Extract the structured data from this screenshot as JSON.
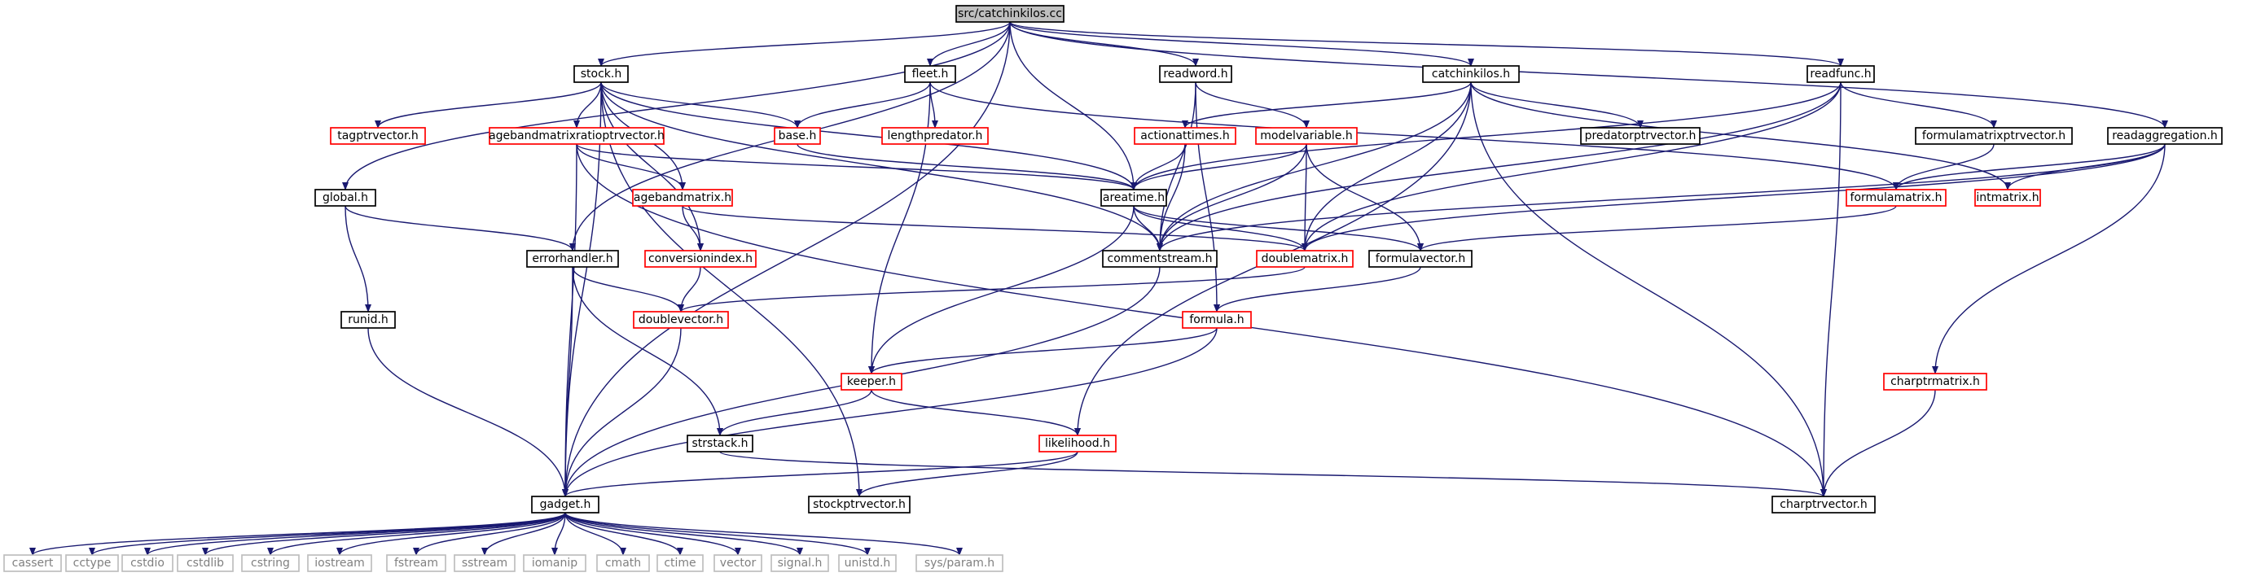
{
  "graph": {
    "colors": {
      "root_fill": "#bfbfbf",
      "root_border": "#000000",
      "documented_border": "#000000",
      "truncated_border": "#ff0000",
      "system_border": "#bfbfbf",
      "system_text": "#808080",
      "edge": "#191970"
    },
    "nodes": [
      {
        "id": "catchinkilos_cc",
        "label": "src/catchinkilos.cc",
        "style": "root"
      },
      {
        "id": "stock_h",
        "label": "stock.h",
        "style": "normal"
      },
      {
        "id": "fleet_h",
        "label": "fleet.h",
        "style": "normal"
      },
      {
        "id": "readword_h",
        "label": "readword.h",
        "style": "normal"
      },
      {
        "id": "catchinkilos_h",
        "label": "catchinkilos.h",
        "style": "normal"
      },
      {
        "id": "readfunc_h",
        "label": "readfunc.h",
        "style": "normal"
      },
      {
        "id": "tagptrvector_h",
        "label": "tagptrvector.h",
        "style": "truncated"
      },
      {
        "id": "agebandmatrixratioptrvector_h",
        "label": "agebandmatrixratioptrvector.h",
        "style": "truncated"
      },
      {
        "id": "base_h",
        "label": "base.h",
        "style": "truncated"
      },
      {
        "id": "lengthpredator_h",
        "label": "lengthpredator.h",
        "style": "truncated"
      },
      {
        "id": "actionattimes_h",
        "label": "actionattimes.h",
        "style": "truncated"
      },
      {
        "id": "modelvariable_h",
        "label": "modelvariable.h",
        "style": "truncated"
      },
      {
        "id": "predatorptrvector_h",
        "label": "predatorptrvector.h",
        "style": "normal"
      },
      {
        "id": "formulamatrixptrvector_h",
        "label": "formulamatrixptrvector.h",
        "style": "normal"
      },
      {
        "id": "readaggregation_h",
        "label": "readaggregation.h",
        "style": "normal"
      },
      {
        "id": "global_h",
        "label": "global.h",
        "style": "normal"
      },
      {
        "id": "agebandmatrix_h",
        "label": "agebandmatrix.h",
        "style": "truncated"
      },
      {
        "id": "areatime_h",
        "label": "areatime.h",
        "style": "normal"
      },
      {
        "id": "formulamatrix_h",
        "label": "formulamatrix.h",
        "style": "truncated"
      },
      {
        "id": "intmatrix_h",
        "label": "intmatrix.h",
        "style": "truncated"
      },
      {
        "id": "errorhandler_h",
        "label": "errorhandler.h",
        "style": "normal"
      },
      {
        "id": "conversionindex_h",
        "label": "conversionindex.h",
        "style": "truncated"
      },
      {
        "id": "commentstream_h",
        "label": "commentstream.h",
        "style": "normal"
      },
      {
        "id": "doublematrix_h",
        "label": "doublematrix.h",
        "style": "truncated"
      },
      {
        "id": "formulavector_h",
        "label": "formulavector.h",
        "style": "normal"
      },
      {
        "id": "runid_h",
        "label": "runid.h",
        "style": "normal"
      },
      {
        "id": "doublevector_h",
        "label": "doublevector.h",
        "style": "truncated"
      },
      {
        "id": "formula_h",
        "label": "formula.h",
        "style": "truncated"
      },
      {
        "id": "charptrmatrix_h",
        "label": "charptrmatrix.h",
        "style": "truncated"
      },
      {
        "id": "keeper_h",
        "label": "keeper.h",
        "style": "truncated"
      },
      {
        "id": "strstack_h",
        "label": "strstack.h",
        "style": "normal"
      },
      {
        "id": "likelihood_h",
        "label": "likelihood.h",
        "style": "truncated"
      },
      {
        "id": "gadget_h",
        "label": "gadget.h",
        "style": "normal"
      },
      {
        "id": "stockptrvector_h",
        "label": "stockptrvector.h",
        "style": "normal"
      },
      {
        "id": "charptrvector_h",
        "label": "charptrvector.h",
        "style": "normal"
      },
      {
        "id": "cassert",
        "label": "cassert",
        "style": "system"
      },
      {
        "id": "cctype",
        "label": "cctype",
        "style": "system"
      },
      {
        "id": "cstdio",
        "label": "cstdio",
        "style": "system"
      },
      {
        "id": "cstdlib",
        "label": "cstdlib",
        "style": "system"
      },
      {
        "id": "cstring",
        "label": "cstring",
        "style": "system"
      },
      {
        "id": "iostream",
        "label": "iostream",
        "style": "system"
      },
      {
        "id": "fstream",
        "label": "fstream",
        "style": "system"
      },
      {
        "id": "sstream",
        "label": "sstream",
        "style": "system"
      },
      {
        "id": "iomanip",
        "label": "iomanip",
        "style": "system"
      },
      {
        "id": "cmath",
        "label": "cmath",
        "style": "system"
      },
      {
        "id": "ctime",
        "label": "ctime",
        "style": "system"
      },
      {
        "id": "vector",
        "label": "vector",
        "style": "system"
      },
      {
        "id": "signal_h",
        "label": "signal.h",
        "style": "system"
      },
      {
        "id": "unistd_h",
        "label": "unistd.h",
        "style": "system"
      },
      {
        "id": "sys_param_h",
        "label": "sys/param.h",
        "style": "system"
      }
    ],
    "edges": [
      [
        "catchinkilos_cc",
        "stock_h"
      ],
      [
        "catchinkilos_cc",
        "fleet_h"
      ],
      [
        "catchinkilos_cc",
        "readword_h"
      ],
      [
        "catchinkilos_cc",
        "catchinkilos_h"
      ],
      [
        "catchinkilos_cc",
        "readfunc_h"
      ],
      [
        "catchinkilos_cc",
        "readaggregation_h"
      ],
      [
        "catchinkilos_cc",
        "areatime_h"
      ],
      [
        "catchinkilos_cc",
        "errorhandler_h"
      ],
      [
        "catchinkilos_cc",
        "gadget_h"
      ],
      [
        "catchinkilos_cc",
        "global_h"
      ],
      [
        "stock_h",
        "tagptrvector_h"
      ],
      [
        "stock_h",
        "agebandmatrixratioptrvector_h"
      ],
      [
        "stock_h",
        "base_h"
      ],
      [
        "stock_h",
        "agebandmatrix_h"
      ],
      [
        "stock_h",
        "areatime_h"
      ],
      [
        "stock_h",
        "conversionindex_h"
      ],
      [
        "stock_h",
        "commentstream_h"
      ],
      [
        "stock_h",
        "stockptrvector_h"
      ],
      [
        "stock_h",
        "gadget_h"
      ],
      [
        "fleet_h",
        "base_h"
      ],
      [
        "fleet_h",
        "lengthpredator_h"
      ],
      [
        "fleet_h",
        "formulamatrix_h"
      ],
      [
        "fleet_h",
        "keeper_h"
      ],
      [
        "readword_h",
        "modelvariable_h"
      ],
      [
        "readword_h",
        "commentstream_h"
      ],
      [
        "readword_h",
        "formula_h"
      ],
      [
        "catchinkilos_h",
        "actionattimes_h"
      ],
      [
        "catchinkilos_h",
        "predatorptrvector_h"
      ],
      [
        "catchinkilos_h",
        "intmatrix_h"
      ],
      [
        "catchinkilos_h",
        "doublematrix_h"
      ],
      [
        "catchinkilos_h",
        "commentstream_h"
      ],
      [
        "catchinkilos_h",
        "charptrvector_h"
      ],
      [
        "catchinkilos_h",
        "likelihood_h"
      ],
      [
        "readfunc_h",
        "formulamatrixptrvector_h"
      ],
      [
        "readfunc_h",
        "areatime_h"
      ],
      [
        "readfunc_h",
        "commentstream_h"
      ],
      [
        "readfunc_h",
        "doublematrix_h"
      ],
      [
        "readfunc_h",
        "charptrvector_h"
      ],
      [
        "readaggregation_h",
        "formulamatrix_h"
      ],
      [
        "readaggregation_h",
        "intmatrix_h"
      ],
      [
        "readaggregation_h",
        "doublematrix_h"
      ],
      [
        "readaggregation_h",
        "commentstream_h"
      ],
      [
        "readaggregation_h",
        "charptrmatrix_h"
      ],
      [
        "agebandmatrixratioptrvector_h",
        "agebandmatrix_h"
      ],
      [
        "agebandmatrixratioptrvector_h",
        "areatime_h"
      ],
      [
        "agebandmatrixratioptrvector_h",
        "gadget_h"
      ],
      [
        "agebandmatrixratioptrvector_h",
        "charptrvector_h"
      ],
      [
        "base_h",
        "areatime_h"
      ],
      [
        "actionattimes_h",
        "areatime_h"
      ],
      [
        "actionattimes_h",
        "commentstream_h"
      ],
      [
        "modelvariable_h",
        "areatime_h"
      ],
      [
        "modelvariable_h",
        "commentstream_h"
      ],
      [
        "modelvariable_h",
        "doublematrix_h"
      ],
      [
        "modelvariable_h",
        "formulavector_h"
      ],
      [
        "formulamatrixptrvector_h",
        "formulamatrix_h"
      ],
      [
        "global_h",
        "errorhandler_h"
      ],
      [
        "global_h",
        "runid_h"
      ],
      [
        "agebandmatrix_h",
        "conversionindex_h"
      ],
      [
        "agebandmatrix_h",
        "doublematrix_h"
      ],
      [
        "areatime_h",
        "commentstream_h"
      ],
      [
        "areatime_h",
        "doublematrix_h"
      ],
      [
        "areatime_h",
        "formulavector_h"
      ],
      [
        "areatime_h",
        "keeper_h"
      ],
      [
        "formulamatrix_h",
        "formulavector_h"
      ],
      [
        "errorhandler_h",
        "doublevector_h"
      ],
      [
        "errorhandler_h",
        "strstack_h"
      ],
      [
        "errorhandler_h",
        "gadget_h"
      ],
      [
        "conversionindex_h",
        "doublevector_h"
      ],
      [
        "commentstream_h",
        "gadget_h"
      ],
      [
        "doublematrix_h",
        "doublevector_h"
      ],
      [
        "formulavector_h",
        "formula_h"
      ],
      [
        "runid_h",
        "gadget_h"
      ],
      [
        "doublevector_h",
        "gadget_h"
      ],
      [
        "formula_h",
        "keeper_h"
      ],
      [
        "formula_h",
        "gadget_h"
      ],
      [
        "charptrmatrix_h",
        "charptrvector_h"
      ],
      [
        "keeper_h",
        "strstack_h"
      ],
      [
        "keeper_h",
        "likelihood_h"
      ],
      [
        "strstack_h",
        "charptrvector_h"
      ],
      [
        "likelihood_h",
        "gadget_h"
      ],
      [
        "likelihood_h",
        "stockptrvector_h"
      ],
      [
        "gadget_h",
        "cassert"
      ],
      [
        "gadget_h",
        "cctype"
      ],
      [
        "gadget_h",
        "cstdio"
      ],
      [
        "gadget_h",
        "cstdlib"
      ],
      [
        "gadget_h",
        "cstring"
      ],
      [
        "gadget_h",
        "iostream"
      ],
      [
        "gadget_h",
        "fstream"
      ],
      [
        "gadget_h",
        "sstream"
      ],
      [
        "gadget_h",
        "iomanip"
      ],
      [
        "gadget_h",
        "cmath"
      ],
      [
        "gadget_h",
        "ctime"
      ],
      [
        "gadget_h",
        "vector"
      ],
      [
        "gadget_h",
        "signal_h"
      ],
      [
        "gadget_h",
        "unistd_h"
      ],
      [
        "gadget_h",
        "sys_param_h"
      ]
    ]
  }
}
